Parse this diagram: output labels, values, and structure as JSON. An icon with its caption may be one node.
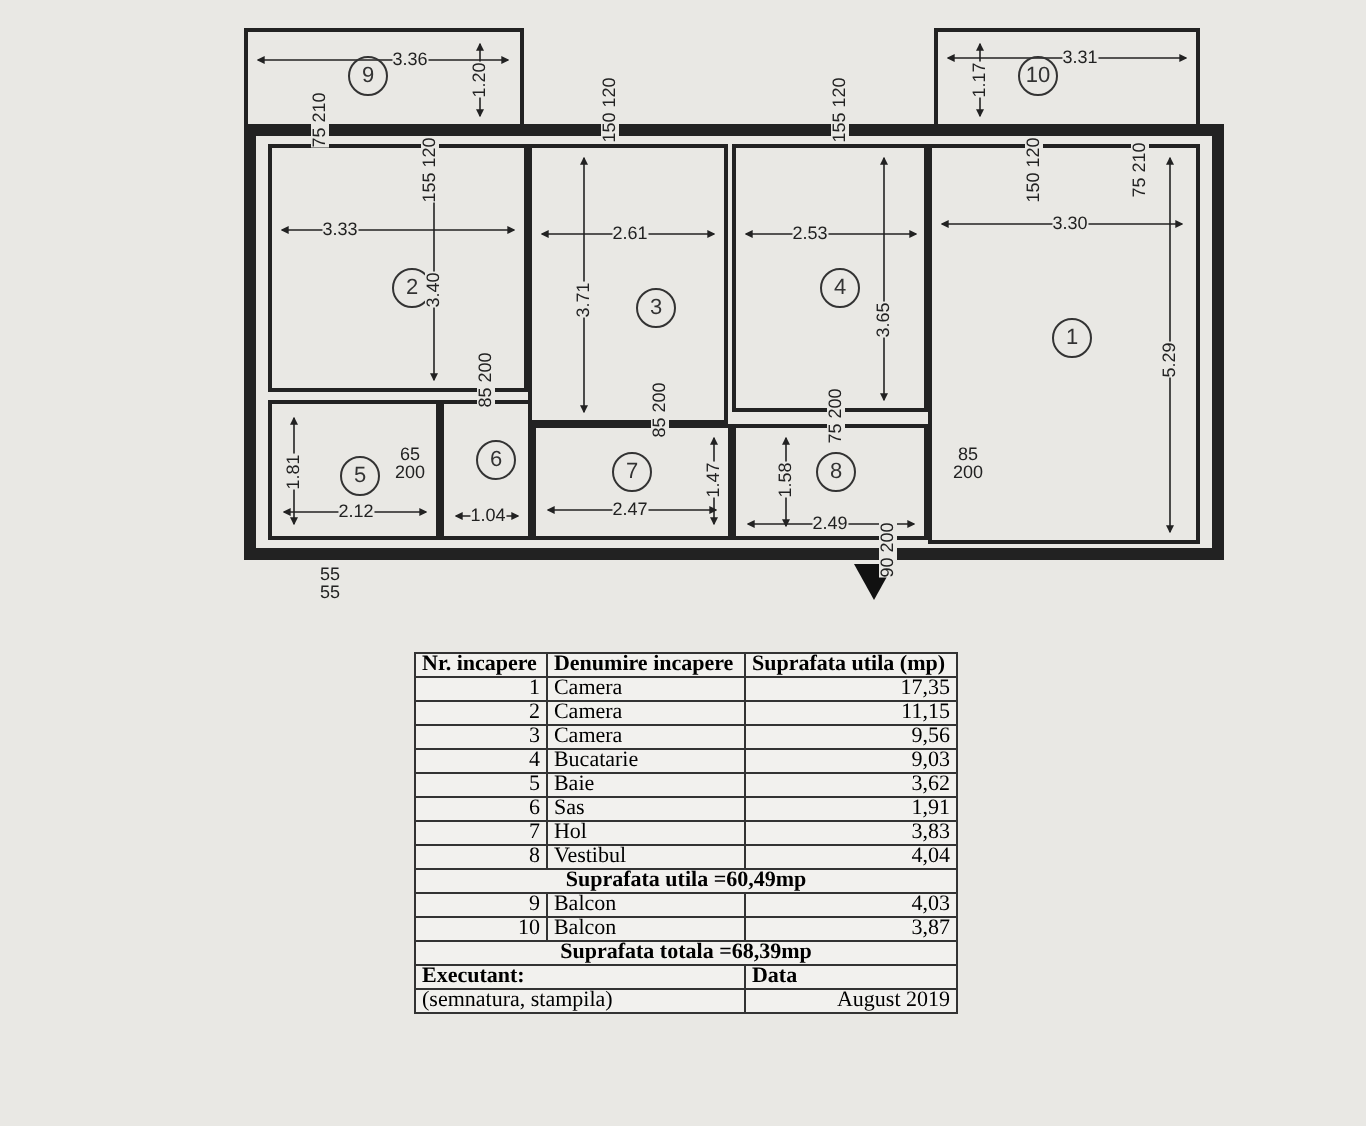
{
  "diagram": {
    "nodes": [
      {
        "text": [
          "9"
        ]
      },
      {
        "text": [
          "10"
        ]
      },
      {
        "text": [
          "2"
        ]
      },
      {
        "text": [
          "3"
        ]
      },
      {
        "text": [
          "4"
        ]
      },
      {
        "text": [
          "1"
        ]
      },
      {
        "text": [
          "5"
        ]
      },
      {
        "text": [
          "6"
        ]
      },
      {
        "text": [
          "7"
        ]
      },
      {
        "text": [
          "8"
        ]
      }
    ],
    "labels": [
      "3.36",
      "1.20",
      "3.31",
      "1.17",
      "75 210",
      "155 120",
      "150 120",
      "155 120",
      "150 120",
      "75 210",
      "3.33",
      "3.40",
      "2.61",
      "3.71",
      "2.53",
      "3.65",
      "3.30",
      "5.29",
      "85 200",
      "85 200",
      "75 200",
      "1.81",
      "65 200",
      "1.47",
      "1.58",
      "85 200",
      "2.12",
      "1.04",
      "2.47",
      "2.49",
      "90 200",
      "55 55",
      "Nr. incapere",
      "Denumire incapere",
      "Suprafata utila (mp)",
      "1",
      "Camera",
      "17,35",
      "2",
      "Camera",
      "11,15",
      "3",
      "Camera",
      "9,56",
      "4",
      "Bucatarie",
      "9,03",
      "5",
      "Baie",
      "3,62",
      "6",
      "Sas",
      "1,91",
      "7",
      "Hol",
      "3,83",
      "8",
      "Vestibul",
      "4,04",
      "Suprafata utila =60,49mp",
      "9",
      "Balcon",
      "4,03",
      "10",
      "Balcon",
      "3,87",
      "Suprafata totala =68,39mp",
      "Executant:",
      "Data",
      "(semnatura, stampila)",
      "August 2019"
    ]
  }
}
